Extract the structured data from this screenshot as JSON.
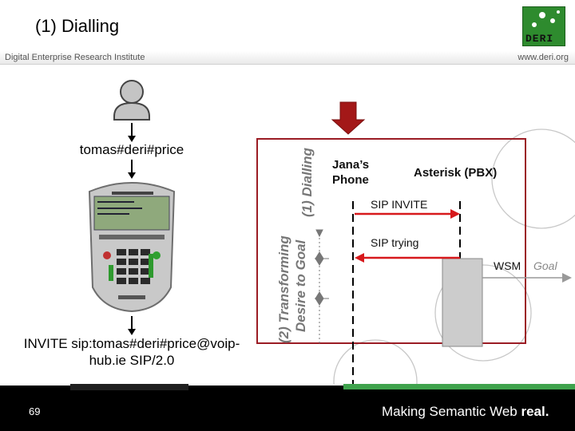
{
  "slide": {
    "title": "(1) Dialling",
    "logo_text": "DERI",
    "institute": "Digital Enterprise Research Institute",
    "site_url": "www.deri.org",
    "user_label": "tomas#deri#price",
    "invite_text": "INVITE sip:tomas#deri#price@voip-hub.ie SIP/2.0",
    "page_number": "69",
    "tagline_main": "Making Semantic Web ",
    "tagline_bold": "real."
  },
  "diagram": {
    "step1_label": "(1) Dialling",
    "step2_label_line1": "(2) Transforming",
    "step2_label_line2": "Desire to Goal",
    "janas_phone_line1": "Jana’s",
    "janas_phone_line2": "Phone",
    "asterisk_label": "Asterisk (PBX)",
    "sip_invite": "SIP INVITE",
    "sip_trying": "SIP trying",
    "wsm_label": "WSM",
    "goal_label": "Goal"
  },
  "colors": {
    "arrow_red": "#d7191c",
    "down_arrow": "#a31818",
    "box_border": "#9b1c24",
    "footer_green": "#3fa34d",
    "logo_green": "#2e8b2e"
  }
}
